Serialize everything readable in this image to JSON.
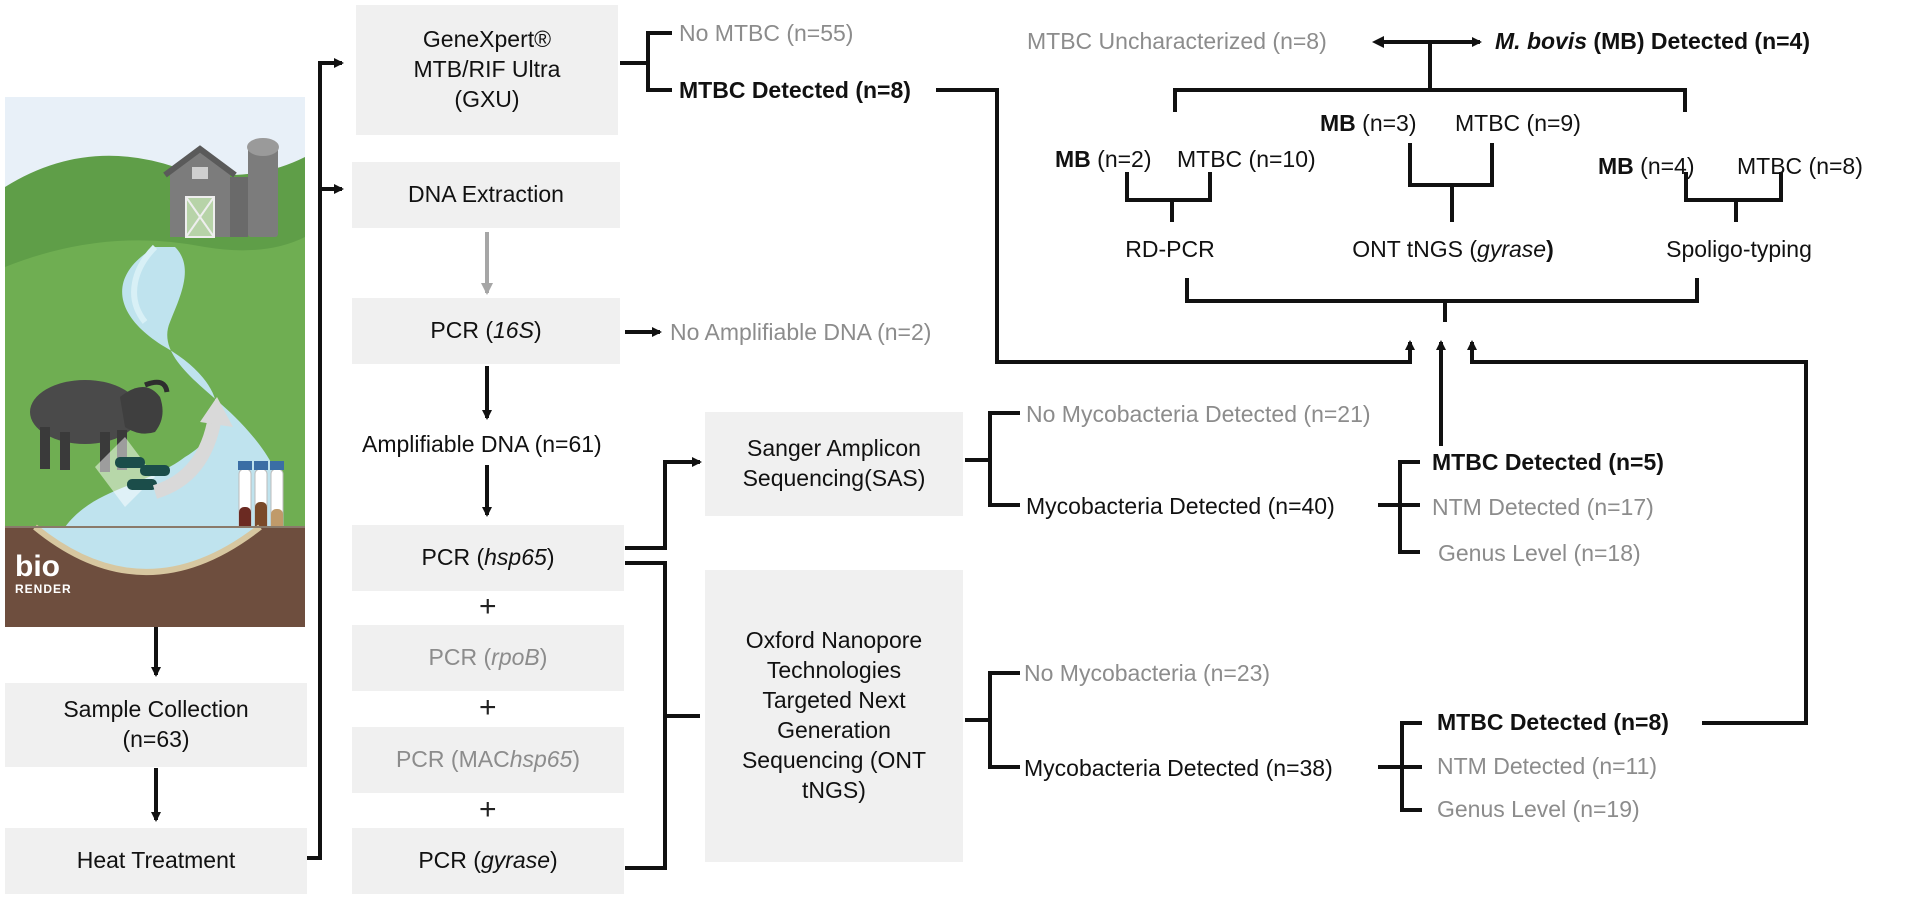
{
  "logo": {
    "top": "bio",
    "bottom": "RENDER"
  },
  "left": {
    "sample_collection": {
      "line1": "Sample Collection",
      "line2": "(n=63)"
    },
    "heat_treatment": "Heat Treatment"
  },
  "col2": {
    "gxu": {
      "line1": "GeneXpert®",
      "line2": "MTB/RIF Ultra",
      "line3": "(GXU)"
    },
    "dna_extraction": "DNA Extraction",
    "pcr_16s": {
      "pre": "PCR (",
      "it": "16S",
      "post": ")"
    },
    "amplifiable": "Amplifiable DNA (n=61)",
    "pcr_hsp65": {
      "pre": "PCR (",
      "it": "hsp65",
      "post": ")"
    },
    "pcr_rpob": {
      "pre": "PCR (",
      "it": "rpoB",
      "post": ")"
    },
    "pcr_mac": {
      "pre": "PCR (MAC ",
      "it": "hsp65",
      "post": ")"
    },
    "pcr_gyrase": {
      "pre": "PCR (",
      "it": "gyrase",
      "post": ")"
    },
    "plus": "+"
  },
  "gxu_results": {
    "no_mtbc": "No MTBC (n=55)",
    "mtbc": "MTBC Detected (n=8)"
  },
  "no_amplifiable": "No Amplifiable DNA (n=2)",
  "sas": {
    "box": {
      "line1": "Sanger Amplicon",
      "line2": "Sequencing(SAS)"
    },
    "no_myco": "No Mycobacteria Detected (n=21)",
    "myco": "Mycobacteria Detected (n=40)",
    "mtbc": "MTBC Detected (n=5)",
    "ntm": "NTM Detected (n=17)",
    "genus": "Genus Level (n=18)"
  },
  "ont": {
    "box": [
      "Oxford Nanopore",
      "Technologies",
      "Targeted Next",
      "Generation",
      "Sequencing (ONT",
      "tNGS)"
    ],
    "no_myco": "No Mycobacteria (n=23)",
    "myco": "Mycobacteria Detected (n=38)",
    "mtbc": "MTBC Detected (n=8)",
    "ntm": "NTM Detected (n=11)",
    "genus": "Genus Level (n=19)"
  },
  "char": {
    "uncharacterized": "MTBC Uncharacterized (n=8)",
    "mbovis": {
      "species": "M. bovis",
      "rest": " (MB) Detected (n=4)"
    },
    "rdpcr": {
      "mb_bold": "MB",
      "mb_n": " (n=2)",
      "mtbc": "MTBC (n=10)",
      "method": "RD-PCR"
    },
    "ont": {
      "mb_bold": "MB",
      "mb_n": " (n=3)",
      "mtbc": "MTBC (n=9)",
      "method_pre": "ONT tNGS (",
      "method_it": "gyrase",
      "method_post": ")"
    },
    "spoligo": {
      "mb_bold": "MB",
      "mb_n": " (n=4)",
      "mtbc": "MTBC (n=8)",
      "method": "Spoligo-typing"
    }
  },
  "colors": {
    "box_grey": "#f0f0f0",
    "text_grey": "#8c8c8c",
    "line": "#111111",
    "arrow_grey": "#a6a6a6"
  }
}
